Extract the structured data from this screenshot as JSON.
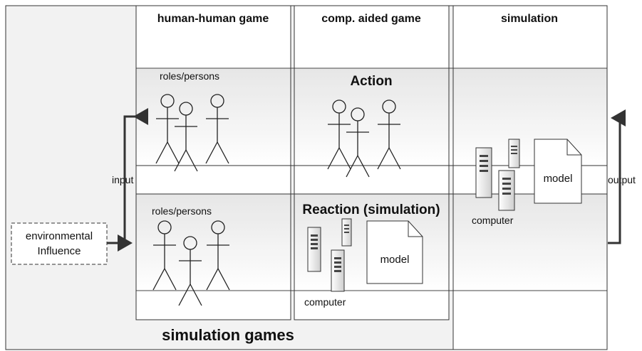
{
  "headers": {
    "human_human": "human-human game",
    "comp_aided": "comp. aided game",
    "simulation": "simulation"
  },
  "labels": {
    "roles_persons_top": "roles/persons",
    "roles_persons_bottom": "roles/persons",
    "action": "Action",
    "reaction": "Reaction (simulation)",
    "model_mid": "model",
    "model_right": "model",
    "computer_mid": "computer",
    "computer_right": "computer",
    "input": "input",
    "output": "output",
    "environmental_line1": "environmental",
    "environmental_line2": "Influence",
    "footer": "simulation games"
  },
  "colors": {
    "panel_bg": "#f2f2f2",
    "band_bg": "#e6e6e6",
    "border": "#333333",
    "arrow": "#333333"
  }
}
